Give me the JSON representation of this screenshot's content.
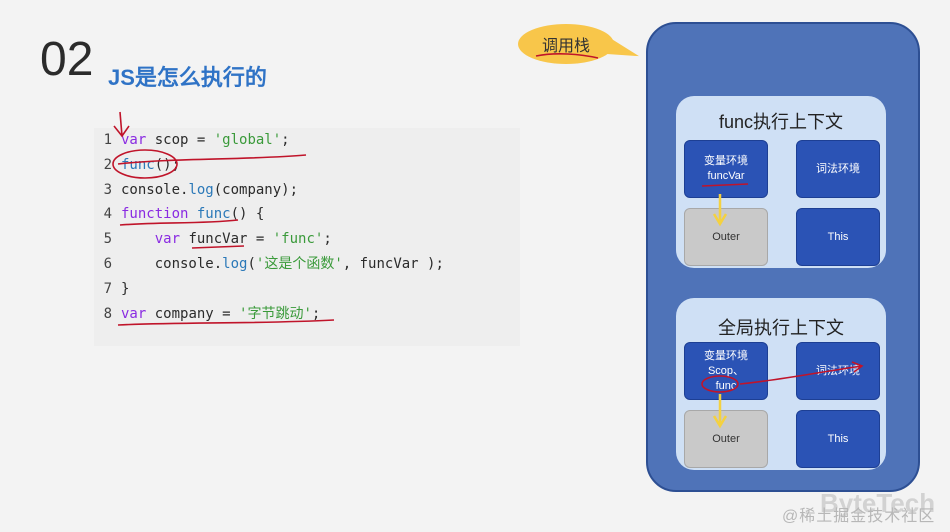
{
  "header": {
    "number": "02",
    "title": "JS是怎么执行的"
  },
  "code": {
    "lines": [
      {
        "n": "1",
        "parts": [
          {
            "t": "var",
            "c": "kw"
          },
          {
            "t": " scop = ",
            "c": "fn"
          },
          {
            "t": "'global'",
            "c": "str"
          },
          {
            "t": ";",
            "c": "fn"
          }
        ]
      },
      {
        "n": "2",
        "parts": [
          {
            "t": "func",
            "c": "meth"
          },
          {
            "t": "();",
            "c": "fn"
          }
        ]
      },
      {
        "n": "3",
        "parts": [
          {
            "t": "console.",
            "c": "fn"
          },
          {
            "t": "log",
            "c": "meth"
          },
          {
            "t": "(company);",
            "c": "fn"
          }
        ]
      },
      {
        "n": "4",
        "parts": [
          {
            "t": "function",
            "c": "kw"
          },
          {
            "t": " ",
            "c": "fn"
          },
          {
            "t": "func",
            "c": "meth"
          },
          {
            "t": "() {",
            "c": "fn"
          }
        ]
      },
      {
        "n": "5",
        "parts": [
          {
            "t": "    var",
            "c": "kw"
          },
          {
            "t": " funcVar = ",
            "c": "fn"
          },
          {
            "t": "'func'",
            "c": "str"
          },
          {
            "t": ";",
            "c": "fn"
          }
        ]
      },
      {
        "n": "6",
        "parts": [
          {
            "t": "    console.",
            "c": "fn"
          },
          {
            "t": "log",
            "c": "meth"
          },
          {
            "t": "(",
            "c": "fn"
          },
          {
            "t": "'这是个函数'",
            "c": "str"
          },
          {
            "t": ", funcVar );",
            "c": "fn"
          }
        ]
      },
      {
        "n": "7",
        "parts": [
          {
            "t": "}",
            "c": "fn"
          }
        ]
      },
      {
        "n": "8",
        "parts": [
          {
            "t": "var",
            "c": "kw"
          },
          {
            "t": " company = ",
            "c": "fn"
          },
          {
            "t": "'字节跳动'",
            "c": "str"
          },
          {
            "t": ";",
            "c": "fn"
          }
        ]
      }
    ]
  },
  "callout": {
    "label": "调用栈"
  },
  "func_context": {
    "title": "func执行上下文",
    "var_env_line1": "变量环境",
    "var_env_line2": "funcVar",
    "lex_env": "词法环境",
    "outer": "Outer",
    "this": "This"
  },
  "global_context": {
    "title": "全局执行上下文",
    "var_env_line1": "变量环境",
    "var_env_line2": "Scop、",
    "var_env_line3": "func",
    "lex_env": "词法环境",
    "outer": "Outer",
    "this": "This"
  },
  "watermark": {
    "logo": "ByteTech",
    "text": "@稀土掘金技术社区"
  },
  "colors": {
    "stack_bg": "#4f73b8",
    "context_bg": "#cfe0f5",
    "box_blue": "#2b53b5",
    "callout": "#f8c64a",
    "annotation_red": "#c0142a"
  }
}
